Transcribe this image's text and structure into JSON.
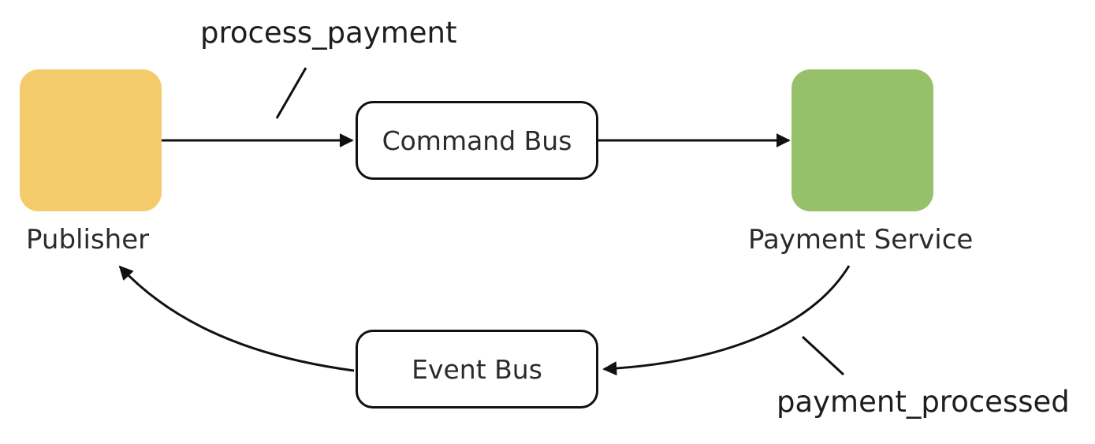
{
  "diagram": {
    "nodes": {
      "publisher": {
        "label": "Publisher",
        "color": "#F3CB6B"
      },
      "payment_service": {
        "label": "Payment Service",
        "color": "#97C06B"
      },
      "command_bus": {
        "label": "Command Bus"
      },
      "event_bus": {
        "label": "Event Bus"
      }
    },
    "messages": {
      "command": "process_payment",
      "event": "payment_processed"
    },
    "edges": [
      {
        "from": "publisher",
        "to": "command_bus"
      },
      {
        "from": "command_bus",
        "to": "payment_service"
      },
      {
        "from": "payment_service",
        "to": "event_bus"
      },
      {
        "from": "event_bus",
        "to": "publisher"
      }
    ]
  }
}
